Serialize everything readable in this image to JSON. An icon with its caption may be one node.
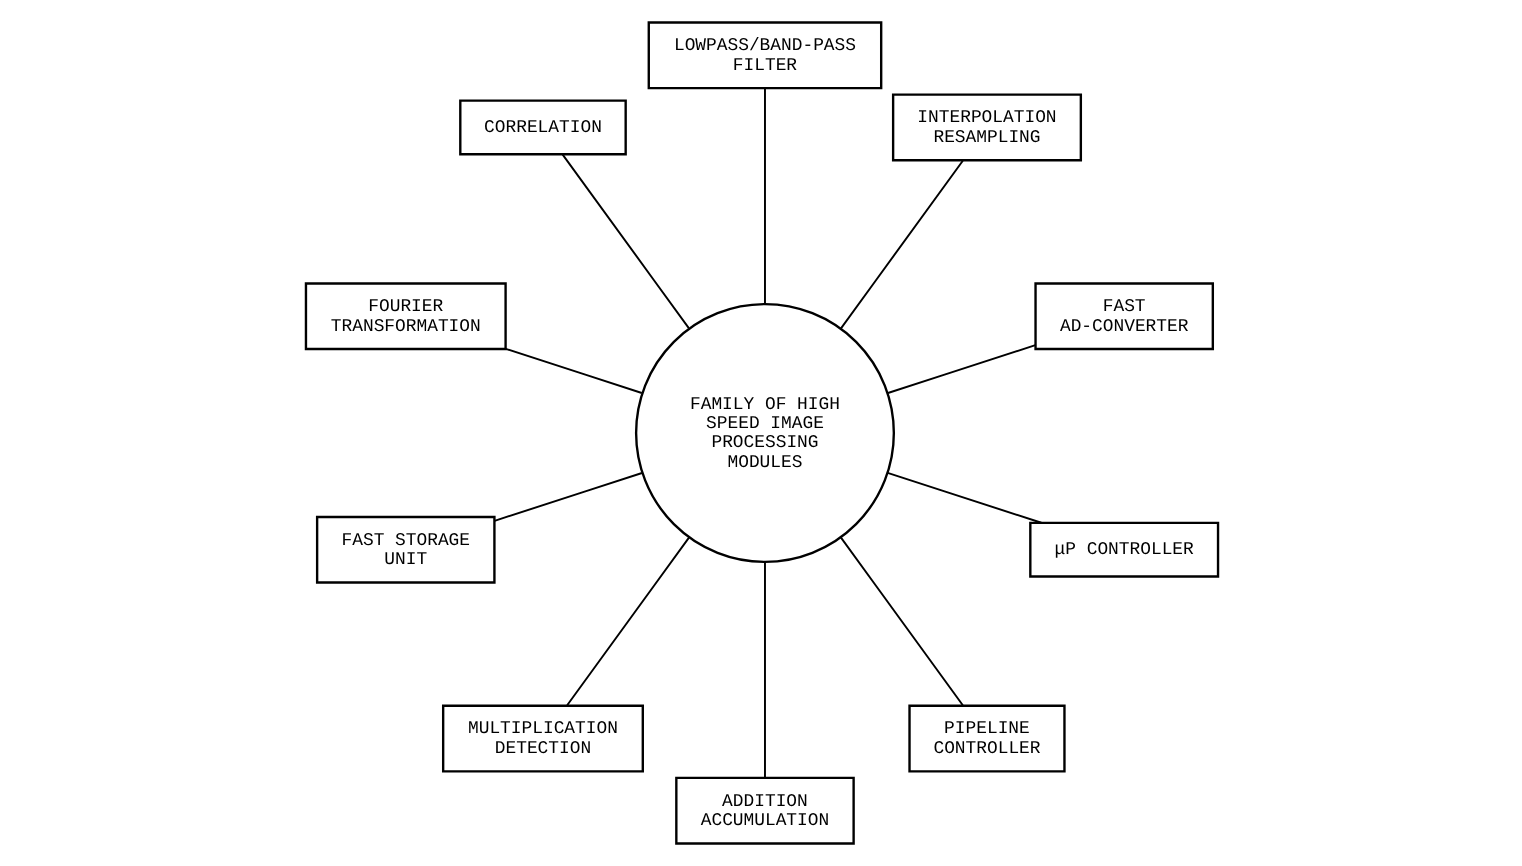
{
  "diagram": {
    "nodes": [
      {
        "text": [
          "FAMILY OF HIGH SPEED IMAGE PROCESSING MODULES"
        ]
      },
      {
        "text": [
          "FAST AD-CONVERTER"
        ]
      },
      {
        "text": [
          "INTERPOLATION RESAMPLING"
        ]
      },
      {
        "text": [
          "LOWPASS/BAND-PASS FILTER"
        ]
      },
      {
        "text": [
          "CORRELATION"
        ]
      },
      {
        "text": [
          "FOURIER TRANSFORMATION"
        ]
      },
      {
        "text": [
          "FAST STORAGE UNIT"
        ]
      },
      {
        "text": [
          "MULTIPLICATION DETECTION"
        ]
      },
      {
        "text": [
          "ADDITION ACCUMULATION"
        ]
      },
      {
        "text": [
          "PIPELINE CONTROLLER"
        ]
      },
      {
        "text": [
          "μP CONTROLLER"
        ]
      }
    ],
    "edges": [
      {
        "from": 1,
        "to": 0,
        "arrow": "none"
      },
      {
        "from": 2,
        "to": 0,
        "arrow": "none"
      },
      {
        "from": 3,
        "to": 0,
        "arrow": "none"
      },
      {
        "from": 4,
        "to": 0,
        "arrow": "none"
      },
      {
        "from": 5,
        "to": 0,
        "arrow": "none"
      },
      {
        "from": 6,
        "to": 0,
        "arrow": "none"
      },
      {
        "from": 7,
        "to": 0,
        "arrow": "none"
      },
      {
        "from": 8,
        "to": 0,
        "arrow": "none"
      },
      {
        "from": 9,
        "to": 0,
        "arrow": "none"
      },
      {
        "from": 10,
        "to": 0,
        "arrow": "none"
      }
    ]
  }
}
